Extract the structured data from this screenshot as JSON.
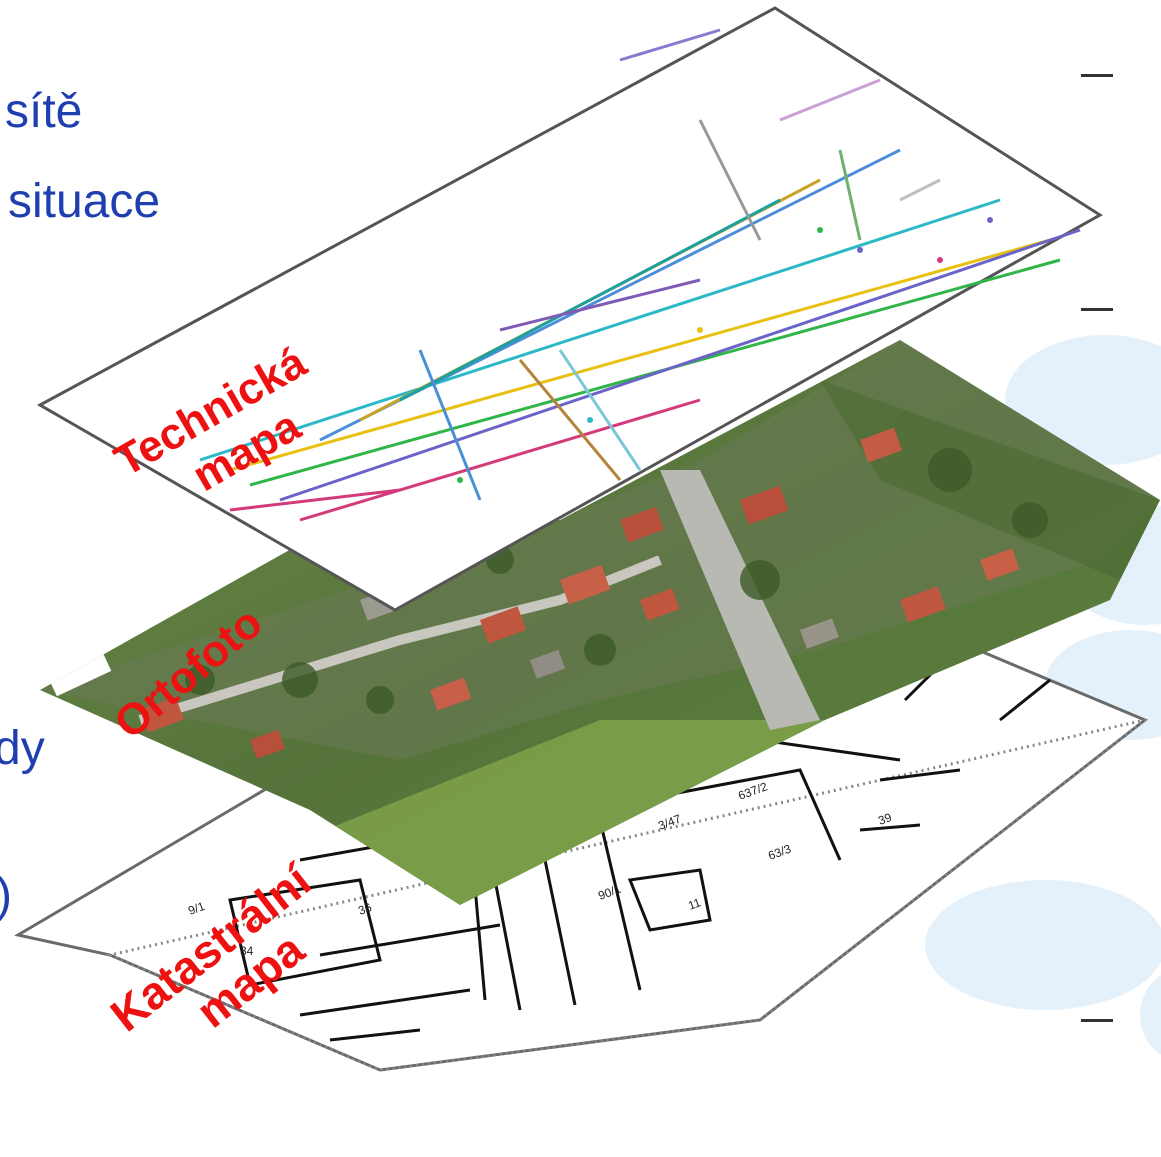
{
  "slide": {
    "text_fragments": [
      {
        "id": "frag-site",
        "text": "sítě"
      },
      {
        "id": "frag-situace",
        "text": "situace"
      },
      {
        "id": "frag-dy",
        "text": "dy"
      },
      {
        "id": "frag-paren",
        "text": ")"
      }
    ]
  },
  "diagram": {
    "layers": [
      {
        "id": "technical-map",
        "label_lines": [
          "Technická",
          "mapa"
        ]
      },
      {
        "id": "orthophoto",
        "label_lines": [
          "Ortofoto"
        ]
      },
      {
        "id": "cadastral-map",
        "label_lines": [
          "Katastrální",
          "mapa"
        ]
      }
    ],
    "colors": {
      "label": "#ee1111",
      "text": "#1f3fb0",
      "map_paper": "#ffffff",
      "map_outline": "#555555"
    }
  }
}
